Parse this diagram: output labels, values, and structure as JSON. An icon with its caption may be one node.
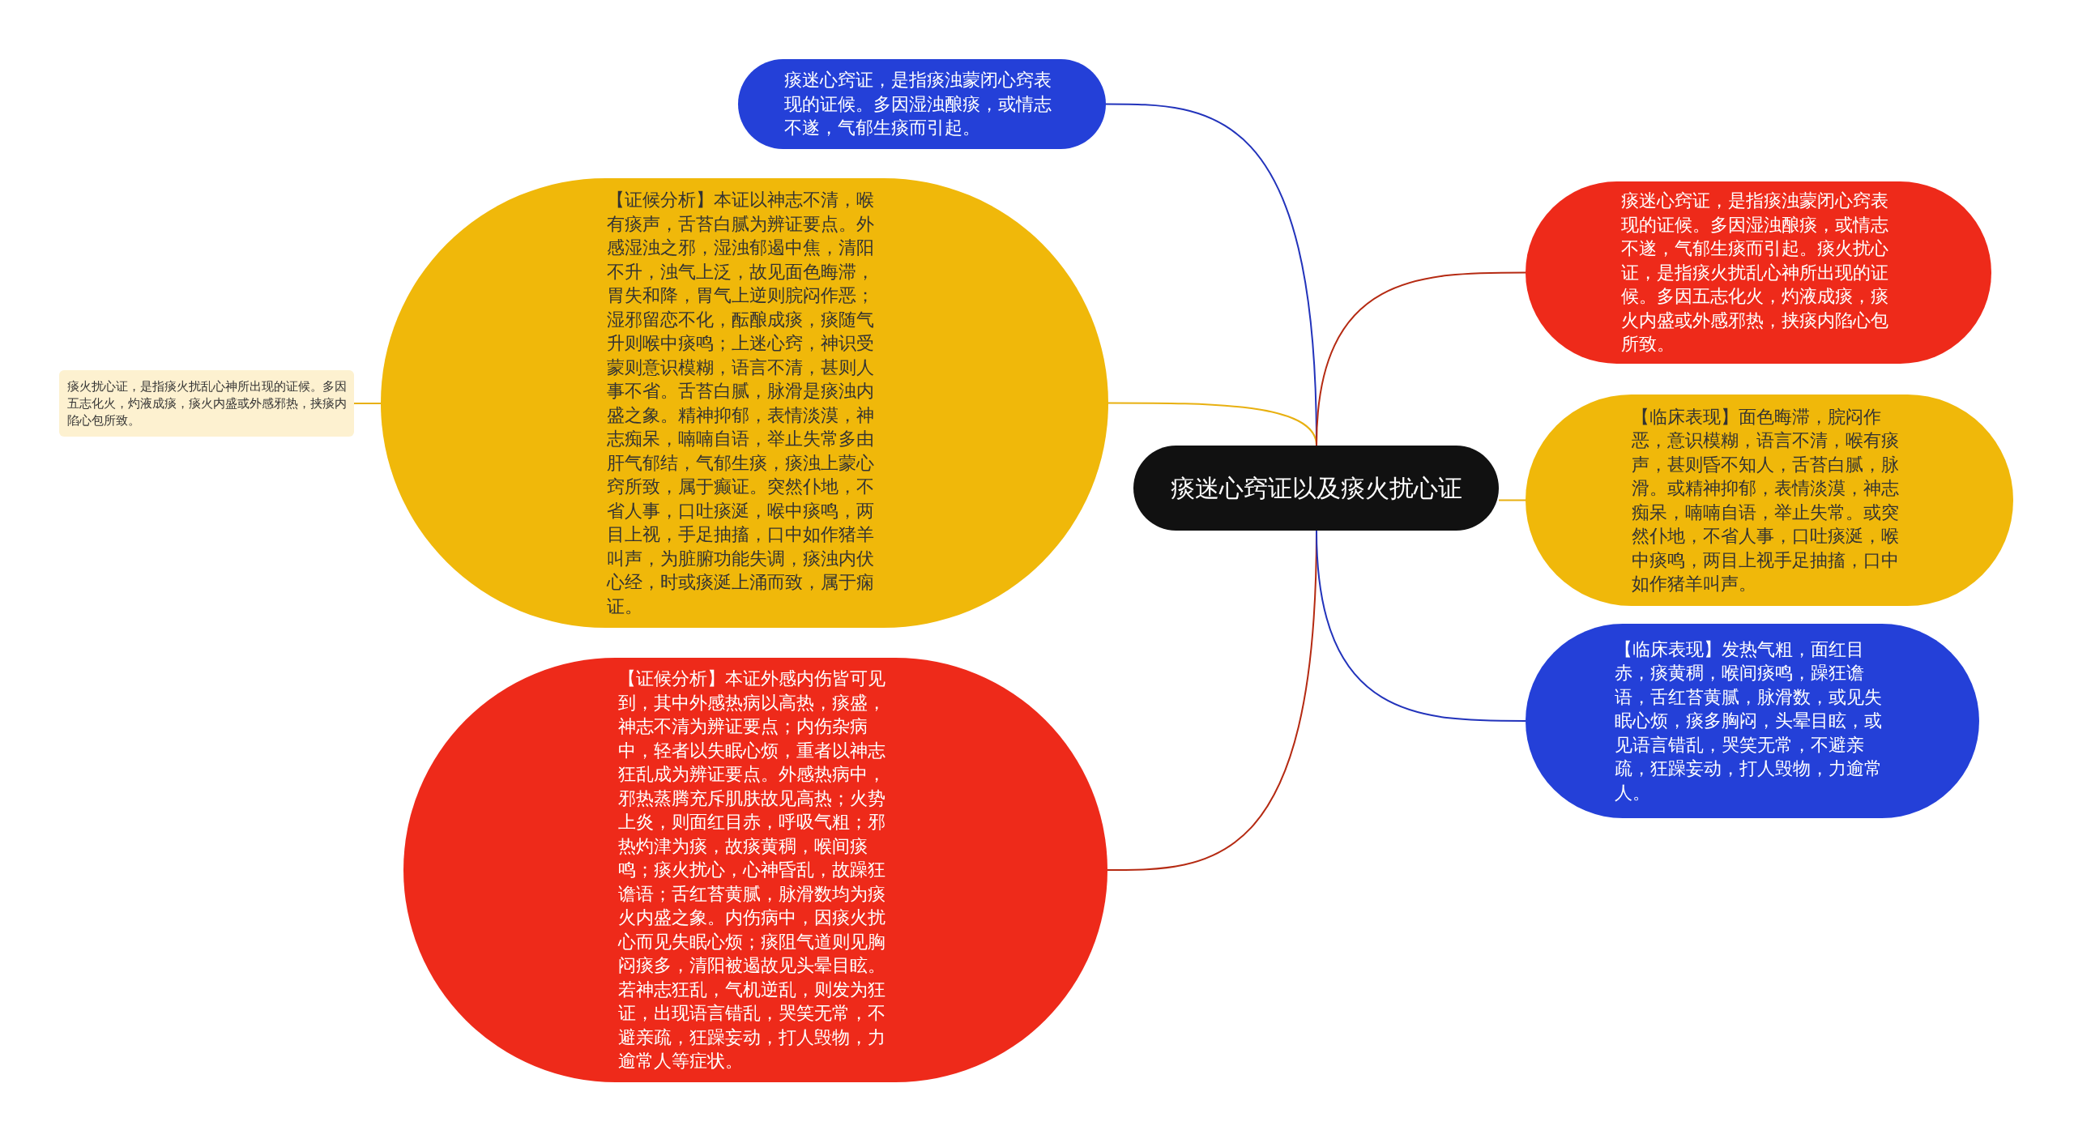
{
  "diagram": {
    "nodes": [
      {
        "text": [
          "痰迷心窍证以及痰火扰心证"
        ]
      },
      {
        "text": [
          "痰迷心窍证，是指痰浊蒙闭心窍表现的证候。多因湿浊酿痰，或情志不遂，气郁生痰而引起。"
        ]
      },
      {
        "text": [
          "【证候分析】本证以神志不清，喉有痰声，舌苔白腻为辨证要点。外感湿浊之邪，湿浊郁遏中焦，清阳不升，浊气上泛，故见面色晦滞，胃失和降，胃气上逆则脘闷作恶；湿邪留恋不化，酝酿成痰，痰随气升则喉中痰鸣；上迷心窍，神识受蒙则意识模糊，语言不清，甚则人事不省。舌苔白腻，脉滑是痰浊内盛之象。精神抑郁，表情淡漠，神志痴呆，喃喃自语，举止失常多由肝气郁结，气郁生痰，痰浊上蒙心窍所致，属于癫证。突然仆地，不省人事，口吐痰涎，喉中痰鸣，两目上视，手足抽搐，口中如作猪羊叫声，为脏腑功能失调，痰浊内伏心经，时或痰涎上涌而致，属于痫证。"
        ]
      },
      {
        "text": [
          "痰火扰心证，是指痰火扰乱心神所出现的证候。多因五志化火，灼液成痰，痰火内盛或外感邪热，挟痰内陷心包所致。"
        ]
      },
      {
        "text": [
          "【证候分析】本证外感内伤皆可见到，其中外感热病以高热，痰盛，神志不清为辨证要点；内伤杂病中，轻者以失眠心烦，重者以神志狂乱成为辨证要点。外感热病中，邪热蒸腾充斥肌肤故见高热；火势上炎，则面红目赤，呼吸气粗；邪热灼津为痰，故痰黄稠，喉间痰鸣；痰火扰心，心神昏乱，故躁狂谵语；舌红苔黄腻，脉滑数均为痰火内盛之象。内伤病中，因痰火扰心而见失眠心烦；痰阻气道则见胸闷痰多，清阳被遏故见头晕目眩。若神志狂乱，气机逆乱，则发为狂证，出现语言错乱，哭笑无常，不避亲疏，狂躁妄动，打人毁物，力逾常人等症状。"
        ]
      },
      {
        "text": [
          "痰迷心窍证，是指痰浊蒙闭心窍表现的证候。多因湿浊酿痰，或情志不遂，气郁生痰而引起。痰火扰心证，是指痰火扰乱心神所出现的证候。多因五志化火，灼液成痰，痰火内盛或外感邪热，挟痰内陷心包所致。"
        ]
      },
      {
        "text": [
          "【临床表现】面色晦滞，脘闷作恶，意识模糊，语言不清，喉有痰声，甚则昏不知人，舌苔白腻，脉滑。或精神抑郁，表情淡漠，神志痴呆，喃喃自语，举止失常。或突然仆地，不省人事，口吐痰涎，喉中痰鸣，两目上视手足抽搐，口中如作猪羊叫声。"
        ]
      },
      {
        "text": [
          "【临床表现】发热气粗，面红目赤，痰黄稠，喉间痰鸣，躁狂谵语，舌红苔黄腻，脉滑数，或见失眠心烦，痰多胸闷，头晕目眩，或见语言错乱，哭笑无常，不避亲疏，狂躁妄动，打人毁物，力逾常人。"
        ]
      }
    ],
    "edges": [
      {
        "from": 0,
        "to": 1,
        "arrow": "none",
        "color": "#2233bb"
      },
      {
        "from": 0,
        "to": 2,
        "arrow": "none",
        "color": "#e8b010"
      },
      {
        "from": 2,
        "to": 3,
        "arrow": "none",
        "color": "#e8b010"
      },
      {
        "from": 0,
        "to": 4,
        "arrow": "none",
        "color": "#b52a12"
      },
      {
        "from": 0,
        "to": 5,
        "arrow": "none",
        "color": "#b52a12"
      },
      {
        "from": 0,
        "to": 6,
        "arrow": "none",
        "color": "#e8b010"
      },
      {
        "from": 0,
        "to": 7,
        "arrow": "none",
        "color": "#2233bb"
      }
    ]
  }
}
